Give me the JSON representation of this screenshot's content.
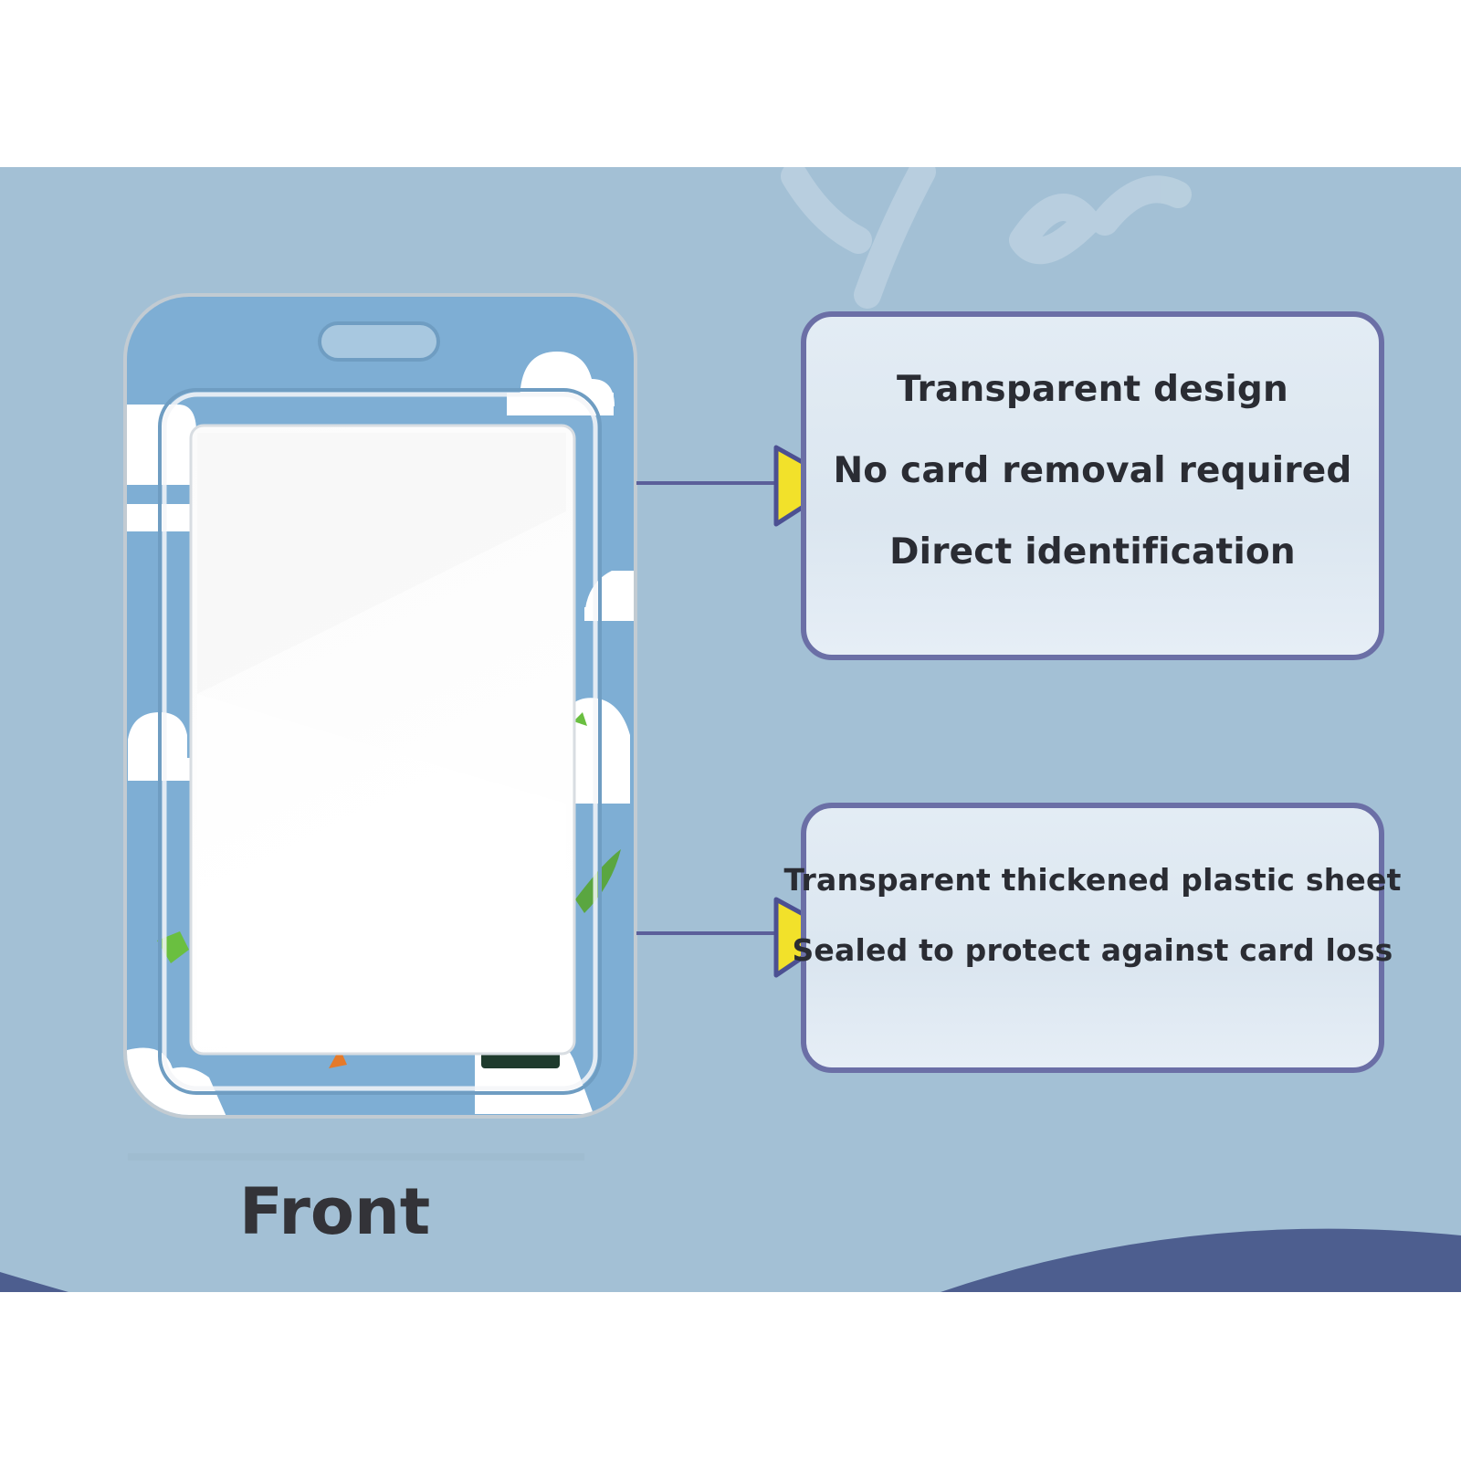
{
  "feature_box_top": {
    "lines": [
      "Transparent design",
      "No card removal required",
      "Direct identification"
    ]
  },
  "feature_box_bottom": {
    "lines": [
      "Transparent thickened plastic sheet",
      "Sealed to protect against card loss"
    ]
  },
  "front_label": "Front",
  "colors": {
    "background": "#a3c0d5",
    "box_border": "#6b6fa6",
    "arrow_fill": "#f2e12a",
    "holder_blue": "#7eaed4",
    "wave": "#4d5e8f"
  },
  "icons": {
    "arrow": "yellow-triangle-pointer-icon",
    "cloud": "cloud-icon"
  }
}
